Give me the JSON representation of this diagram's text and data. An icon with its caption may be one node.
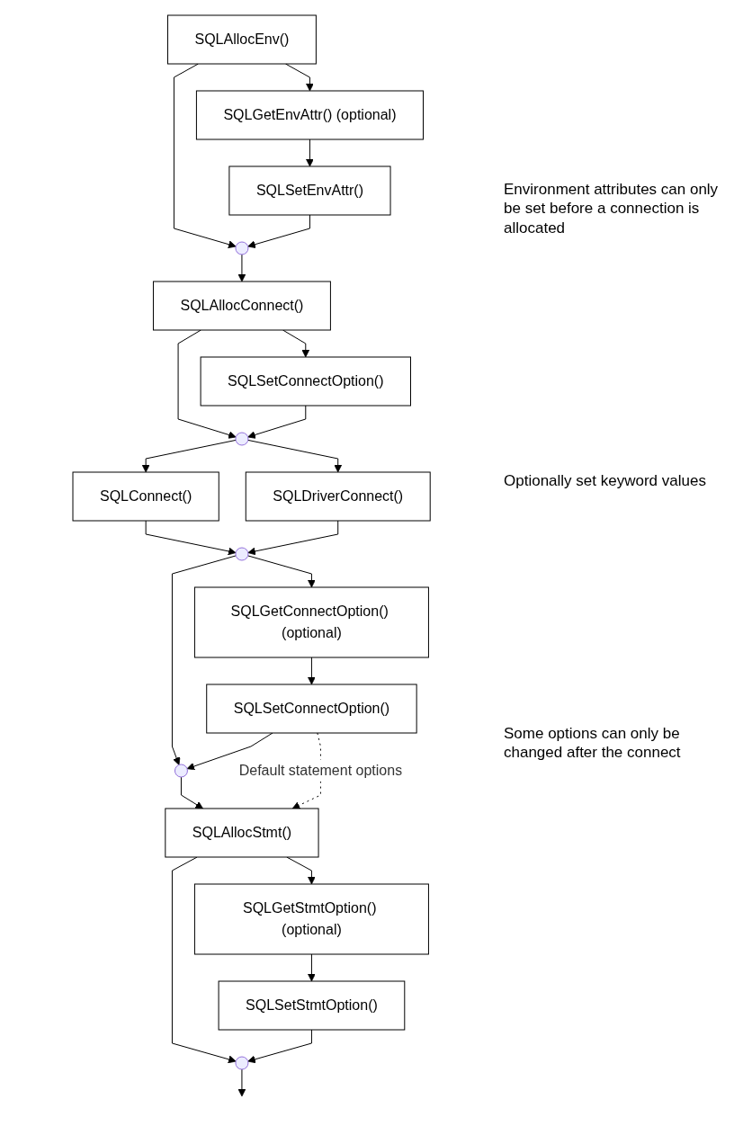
{
  "diagram": {
    "nodes": [
      {
        "text": [
          "SQLAllocEnv()"
        ]
      },
      {
        "text": [
          "SQLGetEnvAttr() (optional)"
        ]
      },
      {
        "text": [
          "SQLSetEnvAttr()"
        ]
      },
      {
        "text": [],
        "shape": "point"
      },
      {
        "text": [
          "SQLAllocConnect()"
        ]
      },
      {
        "text": [
          "SQLSetConnectOption()"
        ]
      },
      {
        "text": [],
        "shape": "point"
      },
      {
        "text": [
          "SQLConnect()"
        ]
      },
      {
        "text": [
          "SQLDriverConnect()"
        ]
      },
      {
        "text": [],
        "shape": "point"
      },
      {
        "text": [
          "SQLGetConnectOption() (optional)"
        ]
      },
      {
        "text": [
          "SQLSetConnectOption()"
        ]
      },
      {
        "text": [],
        "shape": "point"
      },
      {
        "text": [
          "SQLAllocStmt()"
        ]
      },
      {
        "text": [
          "SQLGetStmtOption() (optional)"
        ]
      },
      {
        "text": [
          "SQLSetStmtOption()"
        ]
      },
      {
        "text": [],
        "shape": "point"
      }
    ],
    "edges": [
      {
        "from": 0,
        "to": 1,
        "arrow": "to"
      },
      {
        "from": 0,
        "to": 3,
        "arrow": "to"
      },
      {
        "from": 1,
        "to": 2,
        "arrow": "to"
      },
      {
        "from": 2,
        "to": 3,
        "arrow": "to"
      },
      {
        "from": 3,
        "to": 4,
        "arrow": "to"
      },
      {
        "from": 4,
        "to": 5,
        "arrow": "to"
      },
      {
        "from": 4,
        "to": 6,
        "arrow": "to"
      },
      {
        "from": 5,
        "to": 6,
        "arrow": "to"
      },
      {
        "from": 6,
        "to": 7,
        "arrow": "to"
      },
      {
        "from": 6,
        "to": 8,
        "arrow": "to"
      },
      {
        "from": 7,
        "to": 9,
        "arrow": "to"
      },
      {
        "from": 8,
        "to": 9,
        "arrow": "to"
      },
      {
        "from": 9,
        "to": 10,
        "arrow": "to"
      },
      {
        "from": 9,
        "to": 12,
        "arrow": "to"
      },
      {
        "from": 10,
        "to": 11,
        "arrow": "to"
      },
      {
        "from": 11,
        "to": 12,
        "arrow": "to"
      },
      {
        "from": 12,
        "to": 13,
        "arrow": "to"
      },
      {
        "from": 11,
        "to": 13,
        "arrow": "to",
        "label": "Default statement options",
        "style": "dashed"
      },
      {
        "from": 13,
        "to": 14,
        "arrow": "to"
      },
      {
        "from": 13,
        "to": 16,
        "arrow": "to"
      },
      {
        "from": 14,
        "to": 15,
        "arrow": "to"
      },
      {
        "from": 15,
        "to": 16,
        "arrow": "to"
      },
      {
        "from": 16,
        "to": null,
        "arrow": "to"
      }
    ],
    "labels": [
      "Environment attributes can only be set before a connection is allocated",
      "Optionally set keyword values",
      "Some options can only be changed after the connect"
    ]
  }
}
